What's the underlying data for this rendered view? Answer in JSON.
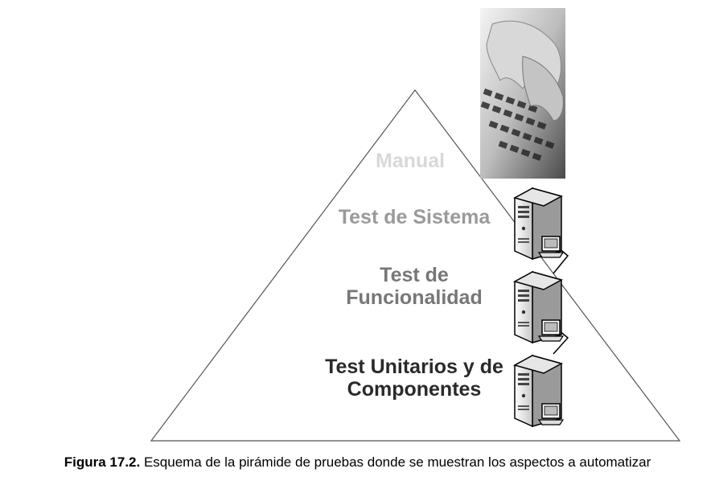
{
  "levels": {
    "manual": "Manual",
    "system": "Test de Sistema",
    "functionality_line1": "Test de",
    "functionality_line2": "Funcionalidad",
    "unit_line1": "Test Unitarios y de",
    "unit_line2": "Componentes"
  },
  "caption": {
    "prefix": "Figura 17.2.",
    "text": " Esquema de la pirámide de pruebas donde se muestran los aspectos a automatizar"
  },
  "icons": {
    "keyboard_photo": "hands-typing-keyboard-icon",
    "computers": [
      "server-computer-icon",
      "server-computer-icon",
      "server-computer-icon"
    ]
  },
  "colors": {
    "manual": "#d8d8d8",
    "system": "#9a9a9a",
    "functionality": "#777777",
    "unit": "#2a2a2a"
  }
}
